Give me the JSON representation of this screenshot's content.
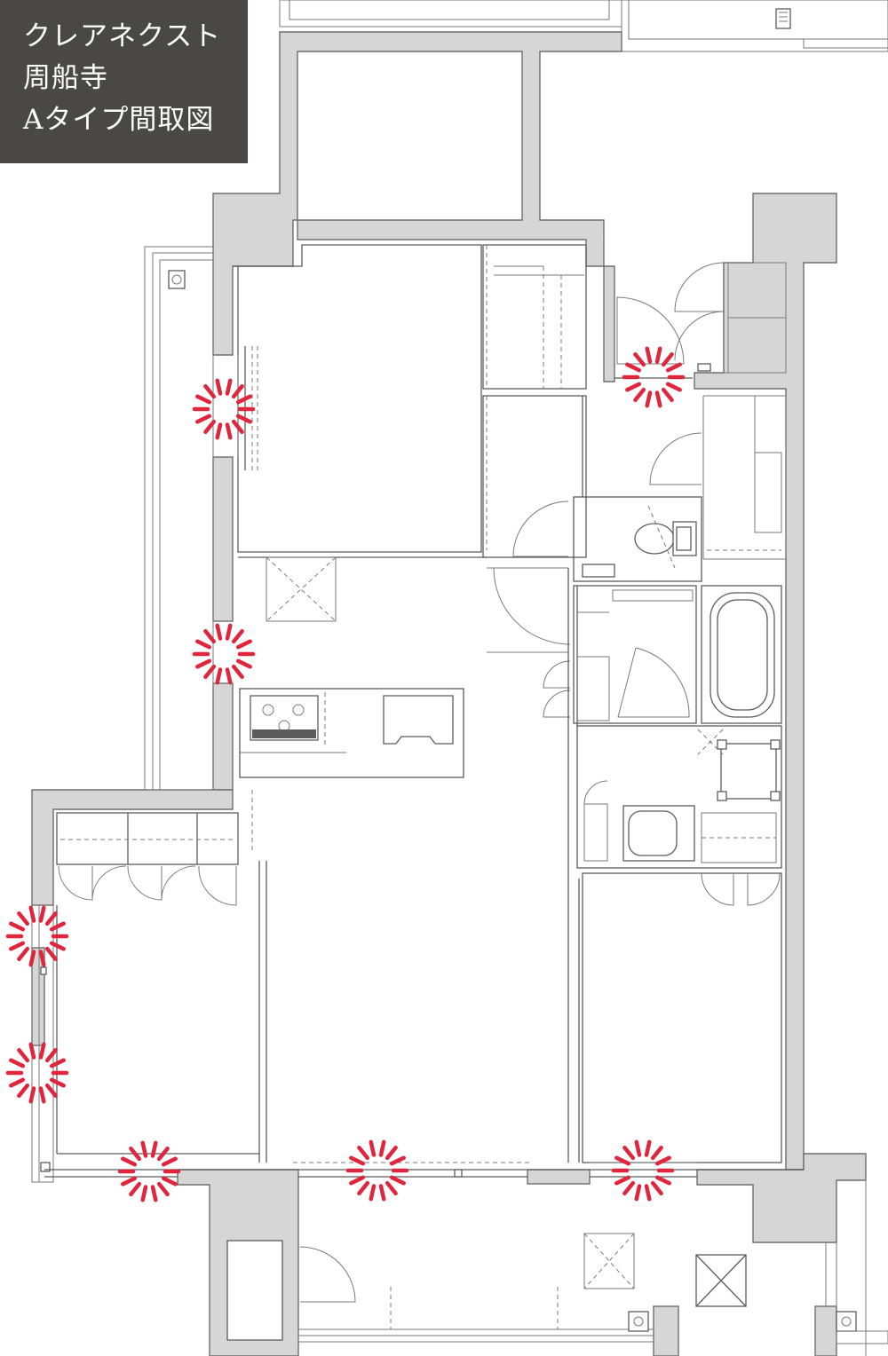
{
  "title": {
    "line1": "クレアネクスト",
    "line2": "周船寺",
    "line3": "Aタイプ間取図"
  },
  "colors": {
    "title_background": "#4a4846",
    "title_text": "#ffffff",
    "wall_fill": "#d6d6d6",
    "line": "#5c5c5c",
    "marker": "#e0263c"
  },
  "markers": [
    {
      "name": "marker-bedroom-window"
    },
    {
      "name": "marker-utility-door"
    },
    {
      "name": "marker-kitchen-door"
    },
    {
      "name": "marker-west-window-upper"
    },
    {
      "name": "marker-west-window-lower"
    },
    {
      "name": "marker-balcony-door-west"
    },
    {
      "name": "marker-living-window"
    },
    {
      "name": "marker-bedroom-south-window"
    }
  ]
}
